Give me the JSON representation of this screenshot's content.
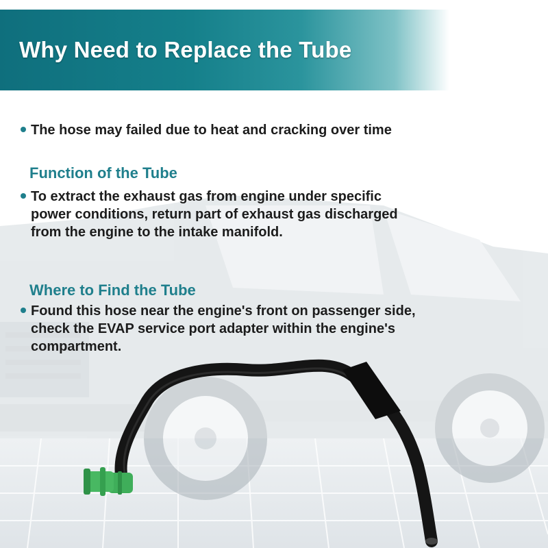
{
  "banner": {
    "title": "Why Need to Replace the Tube"
  },
  "sections": {
    "reason": {
      "bullet": "The hose may failed due to heat and cracking over time"
    },
    "function": {
      "heading": "Function of the Tube",
      "lines": [
        "To extract the exhaust gas from engine under specific",
        "power conditions, return part of exhaust gas discharged",
        "from the engine to the intake manifold."
      ]
    },
    "location": {
      "heading": "Where to Find the Tube",
      "lines": [
        "Found this hose near the engine's front on passenger side,",
        "check the EVAP service port adapter within the engine's",
        "compartment."
      ]
    }
  },
  "colors": {
    "banner": "#15808b",
    "heading": "#1f7f8c",
    "bullet": "#1f7f8c",
    "hose": "#151515",
    "connector": "#3fae5a"
  },
  "images": {
    "background": "faded-pickup-truck-photo",
    "product": "black-hose-with-green-connector"
  }
}
